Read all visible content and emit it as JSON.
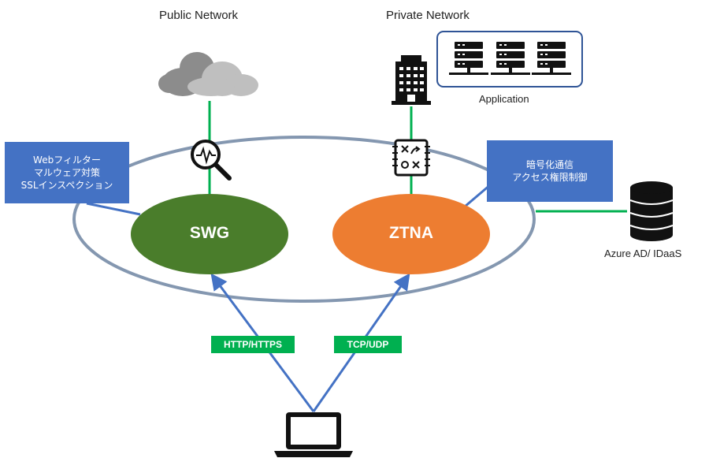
{
  "labels": {
    "public_network": "Public Network",
    "private_network": "Private Network",
    "application": "Application",
    "idp": "Azure AD/ IDaaS"
  },
  "nodes": {
    "swg": "SWG",
    "ztna": "ZTNA"
  },
  "callouts": {
    "swg_features": [
      "Webフィルター",
      "マルウェア対策",
      "SSLインスペクション"
    ],
    "ztna_features": [
      "暗号化通信",
      "アクセス権限制御"
    ]
  },
  "protocols": {
    "http": "HTTP/HTTPS",
    "tcp": "TCP/UDP"
  },
  "colors": {
    "swg": "#4a7d2b",
    "ztna": "#ed7d31",
    "callout": "#4472c4",
    "protocol_badge": "#00b050",
    "connector_green": "#00b050",
    "connector_blue": "#4472c4",
    "big_ellipse": "#8497b0",
    "app_box": "#2f5496",
    "cloud_dark": "#8c8c8c",
    "cloud_light": "#bfbfbf"
  },
  "icons": [
    "cloud-icon",
    "magnifier-waveform-icon",
    "office-building-icon",
    "server-rack-icon",
    "access-policy-icon",
    "database-icon",
    "laptop-icon"
  ]
}
